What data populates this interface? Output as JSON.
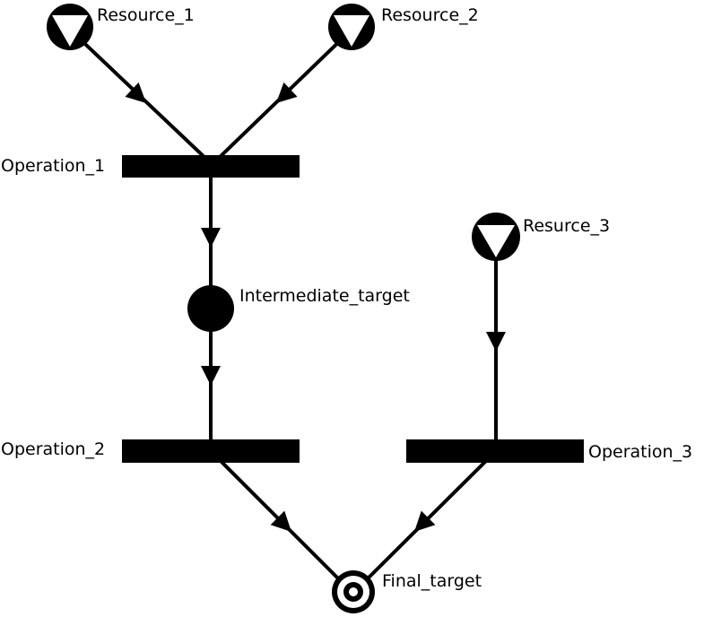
{
  "diagram": {
    "colors": {
      "ink": "#000000",
      "background": "#ffffff"
    },
    "nodes": {
      "resource_1": {
        "label": "Resource_1",
        "kind": "resource",
        "icon": "inverted-triangle-in-circle"
      },
      "resource_2": {
        "label": "Resource_2",
        "kind": "resource",
        "icon": "inverted-triangle-in-circle"
      },
      "resource_3": {
        "label": "Resurce_3",
        "kind": "resource",
        "icon": "inverted-triangle-in-circle"
      },
      "operation_1": {
        "label": "Operation_1",
        "kind": "operation"
      },
      "operation_2": {
        "label": "Operation_2",
        "kind": "operation"
      },
      "operation_3": {
        "label": "Operation_3",
        "kind": "operation"
      },
      "intermediate_target": {
        "label": "Intermediate_target",
        "kind": "intermediate",
        "icon": "filled-circle"
      },
      "final_target": {
        "label": "Final_target",
        "kind": "final",
        "icon": "bullseye"
      }
    },
    "edges": [
      {
        "from": "Resource_1",
        "to": "Operation_1"
      },
      {
        "from": "Resource_2",
        "to": "Operation_1"
      },
      {
        "from": "Operation_1",
        "to": "Intermediate_target"
      },
      {
        "from": "Intermediate_target",
        "to": "Operation_2"
      },
      {
        "from": "Resurce_3",
        "to": "Operation_3"
      },
      {
        "from": "Operation_2",
        "to": "Final_target"
      },
      {
        "from": "Operation_3",
        "to": "Final_target"
      }
    ]
  }
}
